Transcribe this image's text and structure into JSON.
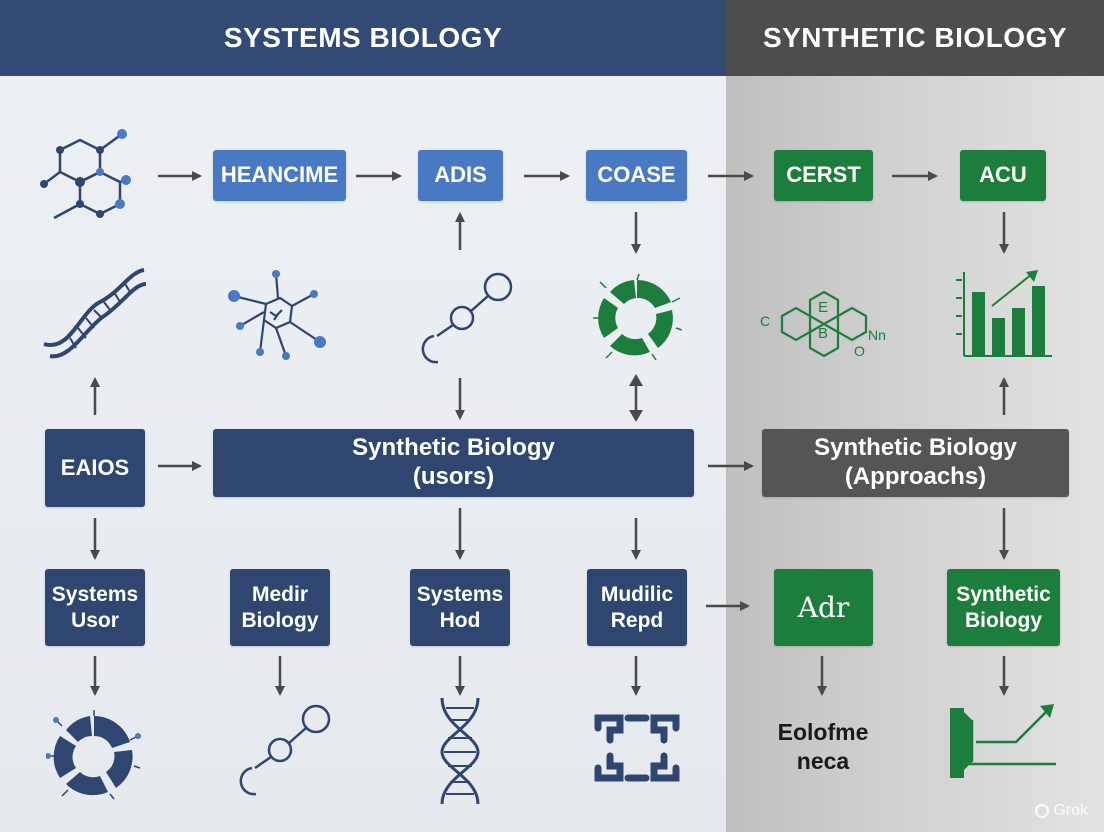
{
  "headers": {
    "left": "SYSTEMS BIOLOGY",
    "right": "SYNTHETIC BIOLOGY"
  },
  "top_row": {
    "heancime": "HEANCIME",
    "adis": "ADIS",
    "coase": "COASE",
    "cerst": "CERST",
    "acu": "ACU"
  },
  "middle_row": {
    "eaios": "EAIOS",
    "usors_line1": "Synthetic Biology",
    "usors_line2": "(usors)",
    "approachs_line1": "Synthetic Biology",
    "approachs_line2": "(Approachs)"
  },
  "bottom_row": {
    "systems_usor_line1": "Systems",
    "systems_usor_line2": "Usor",
    "medir_line1": "Medir",
    "medir_line2": "Biology",
    "systems_hod_line1": "Systems",
    "systems_hod_line2": "Hod",
    "mudilic_line1": "Mudilic",
    "mudilic_line2": "Repd",
    "adr": "Adr",
    "synthetic_line1": "Synthetic",
    "synthetic_line2": "Biology"
  },
  "labels": {
    "eolofme_line1": "Eolofme",
    "eolofme_line2": "neca",
    "molecule_c": "C",
    "molecule_e": "E",
    "molecule_b": "B",
    "molecule_o": "O",
    "molecule_nn": "Nn"
  },
  "watermark": "Grok",
  "icons": [
    "molecule-network-icon",
    "dna-helix-icon",
    "virus-icon",
    "dumbbell-link-icon",
    "green-ring-icon",
    "hexagon-molecule-icon",
    "bar-chart-icon",
    "navy-ring-icon",
    "dumbbell-link-bottom-icon",
    "dna-helix-bottom-icon",
    "interlock-icon",
    "trend-chart-icon"
  ],
  "colors": {
    "navy": "#2e4670",
    "blue": "#4a79c4",
    "green": "#1c7d3c",
    "gray": "#555555",
    "header_left": "#324a74",
    "header_right": "#4d4d4d"
  }
}
